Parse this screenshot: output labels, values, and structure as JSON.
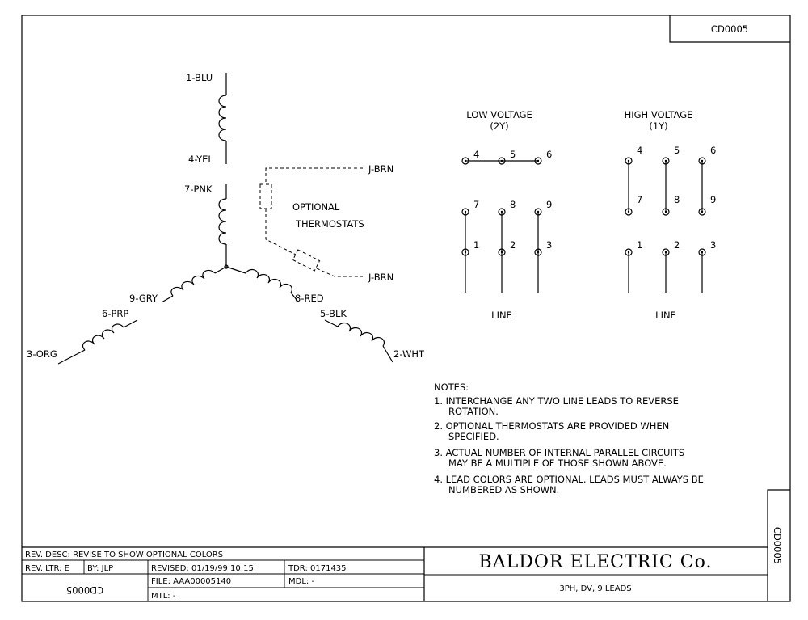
{
  "drawing_number": "CD0005",
  "leads": {
    "l1": "1-BLU",
    "l4": "4-YEL",
    "l7": "7-PNK",
    "l9": "9-GRY",
    "l6": "6-PRP",
    "l3": "3-ORG",
    "l8": "8-RED",
    "l5": "5-BLK",
    "l2": "2-WHT",
    "jbrn_top": "J-BRN",
    "jbrn_bottom": "J-BRN"
  },
  "thermostat_label": [
    "OPTIONAL",
    "THERMOSTATS"
  ],
  "low_voltage": {
    "title": "LOW VOLTAGE",
    "sub": "(2Y)",
    "top": [
      "4",
      "5",
      "6"
    ],
    "mid": [
      "7",
      "8",
      "9"
    ],
    "bot": [
      "1",
      "2",
      "3"
    ],
    "line": "LINE"
  },
  "high_voltage": {
    "title": "HIGH VOLTAGE",
    "sub": "(1Y)",
    "top": [
      "4",
      "5",
      "6"
    ],
    "mid": [
      "7",
      "8",
      "9"
    ],
    "bot": [
      "1",
      "2",
      "3"
    ],
    "line": "LINE"
  },
  "notes": {
    "header": "NOTES:",
    "items": [
      [
        "1. INTERCHANGE ANY TWO LINE LEADS TO REVERSE",
        "ROTATION."
      ],
      [
        "2. OPTIONAL THERMOSTATS ARE PROVIDED WHEN",
        "SPECIFIED."
      ],
      [
        "3. ACTUAL NUMBER OF INTERNAL PARALLEL CIRCUITS",
        "MAY BE A MULTIPLE OF THOSE SHOWN ABOVE."
      ],
      [
        "4. LEAD COLORS ARE OPTIONAL.  LEADS MUST ALWAYS BE",
        "NUMBERED AS SHOWN."
      ]
    ]
  },
  "title_block": {
    "rev_desc": "REV. DESC:  REVISE TO SHOW OPTIONAL COLORS",
    "rev_ltr": "REV. LTR:  E",
    "by": "BY:  JLP",
    "revised": "REVISED: 01/19/99 10:15",
    "tdr": "TDR: 0171435",
    "file": "FILE: AAA00005140",
    "mdl": "MDL: -",
    "mtl": "MTL: -",
    "company": "BALDOR ELECTRIC Co.",
    "description": "3PH, DV, 9 LEADS",
    "drawing_number_side": "CD0005",
    "drawing_number_inverted": "CD0005"
  }
}
